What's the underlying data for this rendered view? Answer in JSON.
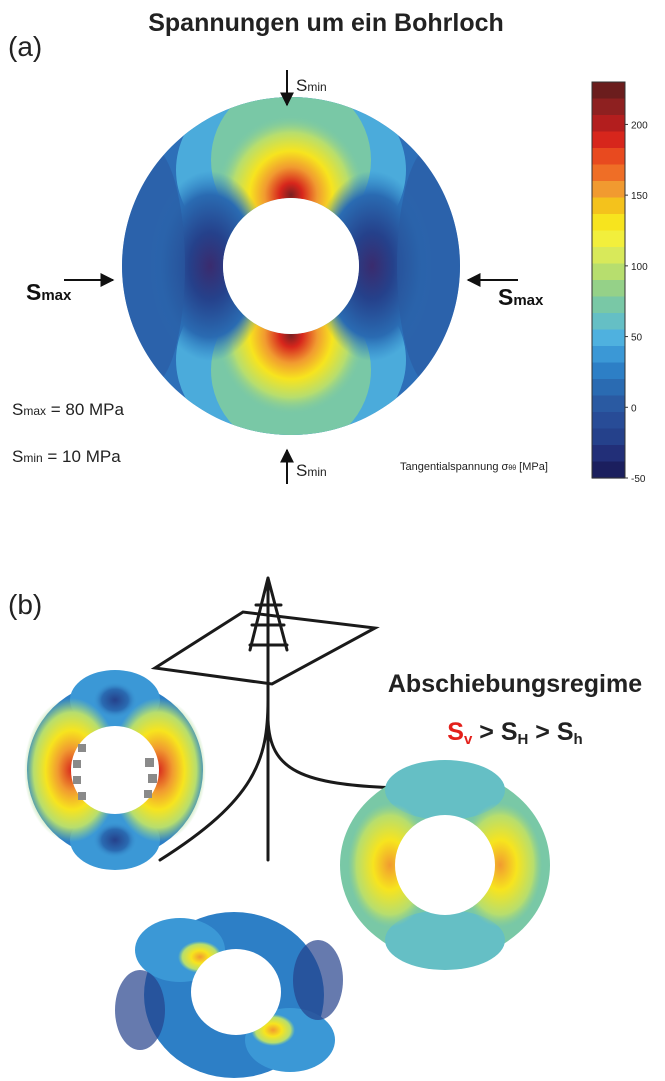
{
  "title": "Spannungen um ein Bohrloch",
  "panel_a": {
    "label": "(a)",
    "smin_top": "S",
    "smin_top_sub": "min",
    "smin_bottom": "S",
    "smin_bottom_sub": "min",
    "smax_left": "S",
    "smax_left_sub": "max",
    "smax_right": "S",
    "smax_right_sub": "max",
    "smax_value_s": "S",
    "smax_value_sub": "max",
    "smax_value_rest": " = 80 MPa",
    "smin_value_s": "S",
    "smin_value_sub": "min",
    "smin_value_rest": " = 10 MPa"
  },
  "colorbar": {
    "title": "Tangentialspannung σ",
    "title_sub": "θθ",
    "title_unit": " [MPa]",
    "ticks": [
      "200",
      "150",
      "100",
      "50",
      "0",
      "-50"
    ],
    "colors": [
      "#6b1d1d",
      "#8e2020",
      "#b31e1e",
      "#d7261c",
      "#e84a1f",
      "#ef6e26",
      "#f19a30",
      "#f4c21c",
      "#f7e41e",
      "#f2ef3c",
      "#d8e95a",
      "#b7de6e",
      "#95d188",
      "#79c8a6",
      "#65bfc5",
      "#4fb1df",
      "#3b98d6",
      "#2d7fc6",
      "#2a6bb2",
      "#2a5aa2",
      "#284c97",
      "#25418b",
      "#222f78",
      "#1b1f5e"
    ],
    "colors_note": "top to bottom, dark red (high) to dark navy (low)"
  },
  "panel_b": {
    "label": "(b)",
    "regime_title": "Abschiebungsregime",
    "sv": "S",
    "sv_sub": "v",
    "gt1": " > ",
    "sh_big": "S",
    "sh_big_sub": "H",
    "gt2": " > ",
    "sh_small": "S",
    "sh_small_sub": "h"
  },
  "colors": {
    "accent_red": "#e3201b",
    "text": "#222222"
  }
}
